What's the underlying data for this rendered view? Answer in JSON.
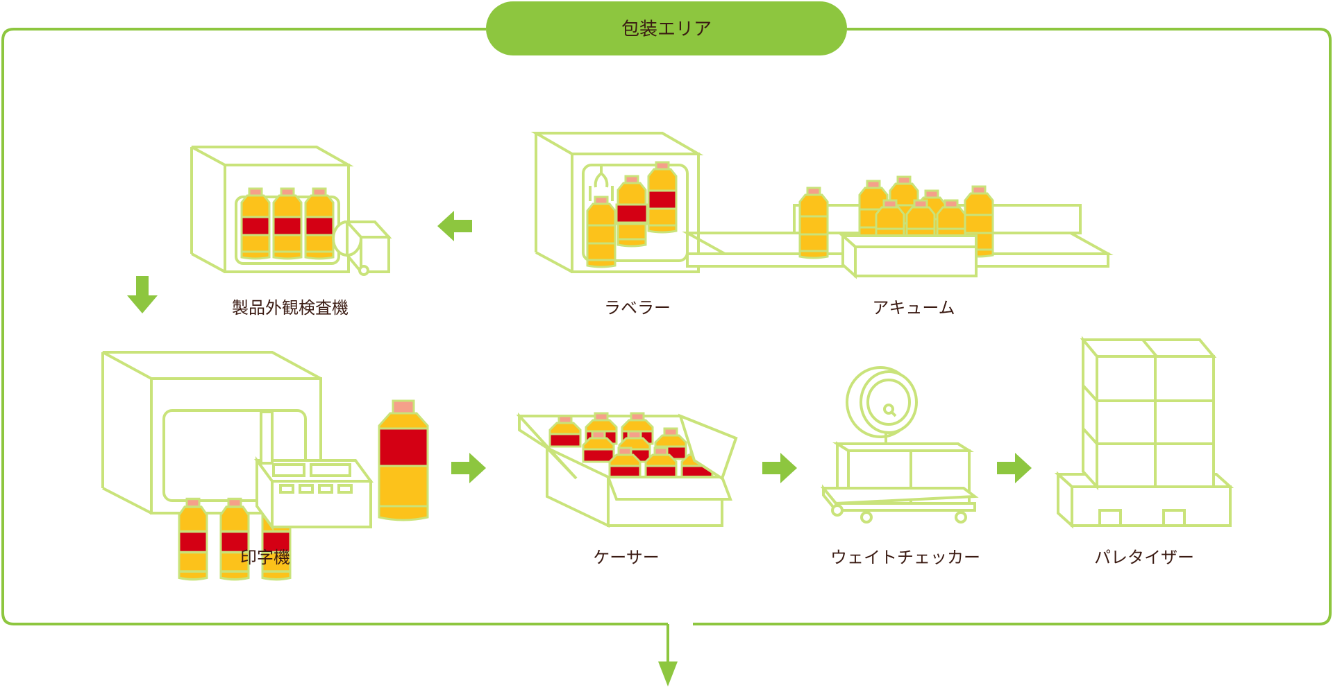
{
  "area": {
    "title": "包装エリア"
  },
  "steps": {
    "inspection": "製品外観検査機",
    "labeler": "ラベラー",
    "accumulator": "アキューム",
    "printer": "印字機",
    "caser": "ケーサー",
    "weight_checker": "ウェイトチェッカー",
    "palletizer": "パレタイザー"
  },
  "colors": {
    "frame_green": "#8dc63f",
    "outline": "#c9e37a",
    "tea_yellow": "#fcc21b",
    "label_red": "#d40014",
    "cap_salmon": "#f5a08a",
    "text": "#3a1a12"
  }
}
